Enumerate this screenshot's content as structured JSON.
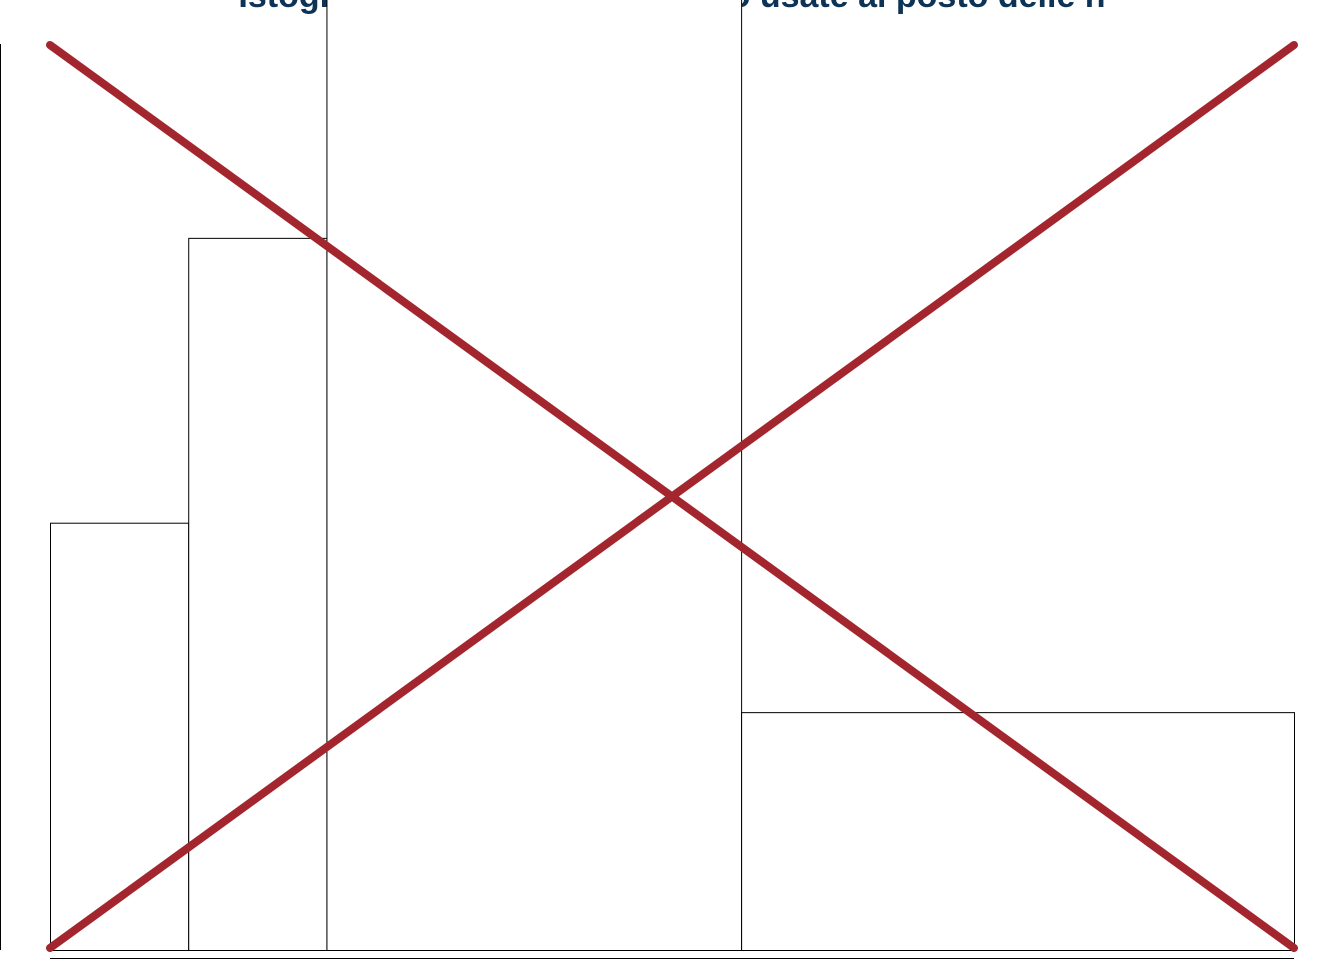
{
  "chart_data": {
    "type": "bar",
    "title": "Istogramma sbagliato; le f sono usate al posto delle h",
    "bins": [
      {
        "start": 0,
        "end": 1,
        "value": 3
      },
      {
        "start": 1,
        "end": 2,
        "value": 5
      },
      {
        "start": 2,
        "end": 5,
        "value": 7
      },
      {
        "start": 5,
        "end": 9,
        "value": 1.67
      }
    ],
    "xlim": [
      0,
      9
    ],
    "ylim": [
      0,
      6.67
    ],
    "xlabel": "",
    "ylabel": "",
    "grid": false,
    "legend": "none",
    "bar_fill": "#ffffff",
    "bar_stroke": "#000000",
    "cross_color": "#a3262e",
    "title_color": "#0d3356"
  }
}
